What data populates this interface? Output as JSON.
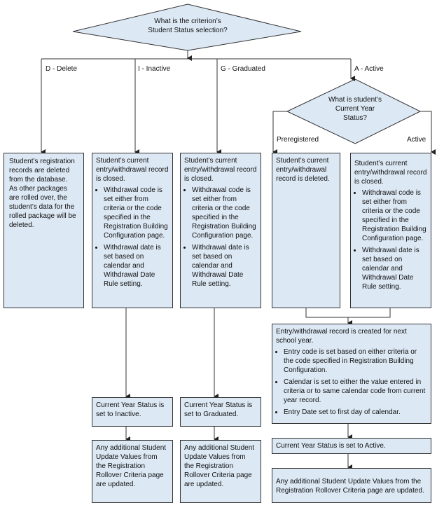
{
  "decision_main": {
    "text1": "What is the criterion’s",
    "text2": "Student Status selection?"
  },
  "branches": {
    "delete": "D - Delete",
    "inactive": "I - Inactive",
    "graduated": "G - Graduated",
    "active": "A - Active"
  },
  "decision_active": {
    "text1": "What is student’s",
    "text2": "Current Year",
    "text3": "Status?"
  },
  "sub_branches": {
    "preregistered": "Preregistered",
    "active": "Active"
  },
  "delete_box": {
    "text": "Student’s registration records are deleted from the database.",
    "text2": "As other packages are rolled over, the student’s data for the rolled package will be deleted."
  },
  "closed_box": {
    "title": "Student’s current entry/withdrawal record is closed.",
    "bullet1": "Withdrawal code is set either from criteria or the code specified in the Registration Building Configuration page.",
    "bullet2": "Withdrawal date is set based on calendar and Withdrawal Date Rule setting."
  },
  "prereg_box": {
    "text": "Student’s current entry/withdrawal record is deleted."
  },
  "new_record_box": {
    "title": "Entry/withdrawal record is created for next school year.",
    "bullet1": "Entry code is set based on either criteria or the code specified in Registration Building Configuration.",
    "bullet2": "Calendar is set to either the value entered in criteria or to same calendar code from current year record.",
    "bullet3": "Entry Date set to first day of calendar."
  },
  "status_boxes": {
    "inactive": "Current Year Status is set to Inactive.",
    "graduated": "Current Year Status is set to Graduated.",
    "active": "Current Year Status is set to Active."
  },
  "update_box": {
    "text": "Any additional Student Update Values from the Registration Rollover Criteria page are updated."
  },
  "colors": {
    "fill": "#dce8f4",
    "line": "#333333"
  }
}
